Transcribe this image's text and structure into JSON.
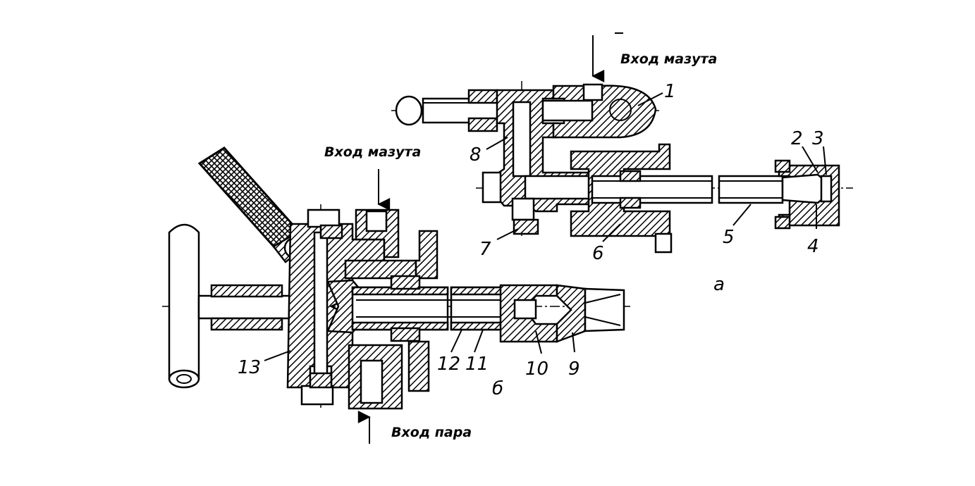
{
  "labels": {
    "fuel_inlet_a": "Вход мазута",
    "fuel_inlet_b": "Вход мазута",
    "steam_inlet": "Вход пара",
    "view_a": "а",
    "view_b": "б"
  },
  "parts": {
    "p1": "1",
    "p2": "2",
    "p3": "3",
    "p4": "4",
    "p5": "5",
    "p6": "6",
    "p7": "7",
    "p8": "8",
    "p9": "9",
    "p10": "10",
    "p11": "11",
    "p12": "12",
    "p13": "13"
  }
}
